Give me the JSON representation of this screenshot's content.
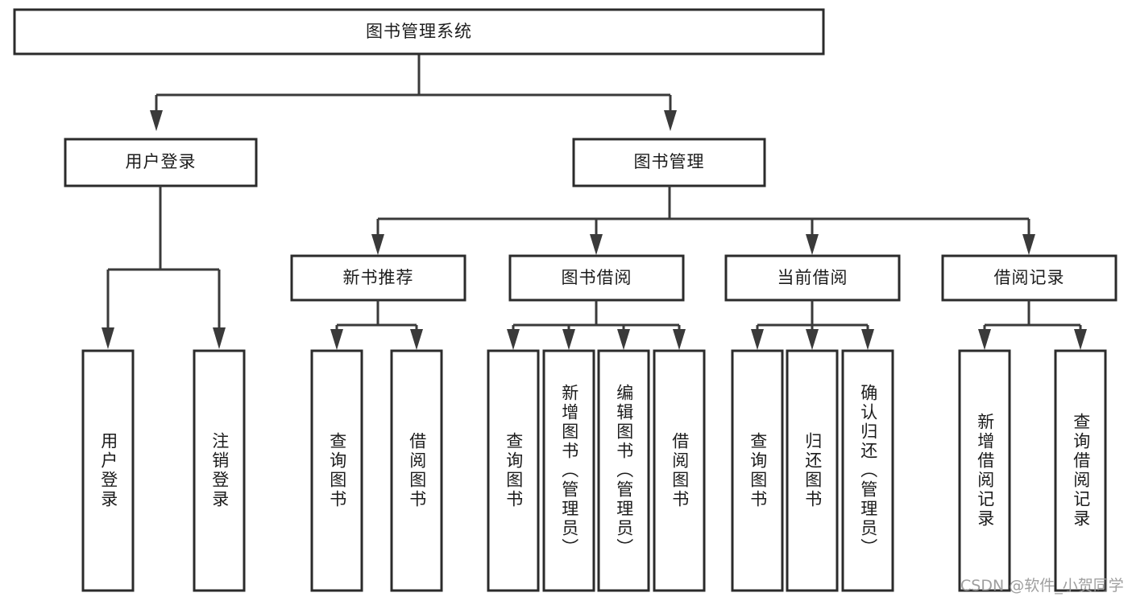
{
  "diagram": {
    "type": "hierarchy-tree",
    "title": "图书管理系统",
    "watermark": "CSDN @软件_小贺同学",
    "colors": {
      "box_stroke": "#2b2b2b",
      "connector": "#3a3a3a",
      "box_fill": "#ffffff",
      "text": "#1c1c1c",
      "watermark": "#9a9a9a",
      "background": "#ffffff"
    },
    "nodes": {
      "root": {
        "label": "图书管理系统"
      },
      "level2": [
        {
          "id": "user-login",
          "label": "用户登录"
        },
        {
          "id": "book-management",
          "label": "图书管理"
        }
      ],
      "level3": [
        {
          "id": "new-book-recommend",
          "label": "新书推荐"
        },
        {
          "id": "book-borrow",
          "label": "图书借阅"
        },
        {
          "id": "current-borrow",
          "label": "当前借阅"
        },
        {
          "id": "borrow-record",
          "label": "借阅记录"
        }
      ],
      "leaves": {
        "user-login": [
          {
            "id": "leaf-user-login",
            "label": "用户登录"
          },
          {
            "id": "leaf-logout-login",
            "label": "注销登录"
          }
        ],
        "new-book-recommend": [
          {
            "id": "leaf-query-book-1",
            "label": "查询图书"
          },
          {
            "id": "leaf-borrow-book-1",
            "label": "借阅图书"
          }
        ],
        "book-borrow": [
          {
            "id": "leaf-query-book-2",
            "label": "查询图书"
          },
          {
            "id": "leaf-add-book",
            "label": "新增图书（管理员）"
          },
          {
            "id": "leaf-edit-book",
            "label": "编辑图书（管理员）"
          },
          {
            "id": "leaf-borrow-book-2",
            "label": "借阅图书"
          }
        ],
        "current-borrow": [
          {
            "id": "leaf-query-book-3",
            "label": "查询图书"
          },
          {
            "id": "leaf-return-book",
            "label": "归还图书"
          },
          {
            "id": "leaf-confirm-return",
            "label": "确认归还（管理员）"
          }
        ],
        "borrow-record": [
          {
            "id": "leaf-add-borrow-record",
            "label": "新增借阅记录"
          },
          {
            "id": "leaf-query-borrow-record",
            "label": "查询借阅记录"
          }
        ]
      }
    }
  }
}
